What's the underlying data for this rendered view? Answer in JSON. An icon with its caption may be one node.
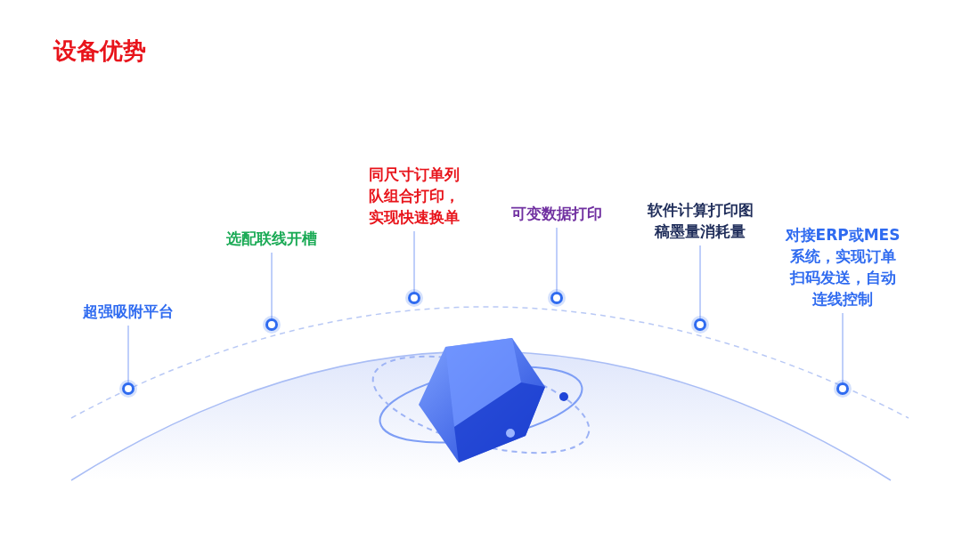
{
  "diagram": {
    "title": "设备优势",
    "nodes": [
      {
        "text": [
          "超强吸附平台"
        ]
      },
      {
        "text": [
          "选配联线开槽"
        ]
      },
      {
        "text": [
          "同尺寸订单列队组合打印，实现快速换单"
        ]
      },
      {
        "text": [
          "可变数据打印"
        ]
      },
      {
        "text": [
          "软件计算打印图稿墨量消耗量"
        ]
      },
      {
        "text": [
          "对接ERP或MES系统，实现订单扫码发送，自动连线控制"
        ]
      },
      {
        "text": [],
        "shape": "circle"
      },
      {
        "text": [],
        "shape": "circle"
      },
      {
        "text": [],
        "shape": "circle"
      },
      {
        "text": [],
        "shape": "circle"
      },
      {
        "text": [],
        "shape": "circle"
      },
      {
        "text": [],
        "shape": "circle"
      }
    ],
    "edges": [
      {
        "from": 0,
        "to": 6,
        "arrow": "none"
      },
      {
        "from": 1,
        "to": 7,
        "arrow": "none"
      },
      {
        "from": 2,
        "to": 8,
        "arrow": "none"
      },
      {
        "from": 3,
        "to": 9,
        "arrow": "none"
      },
      {
        "from": 4,
        "to": 10,
        "arrow": "none"
      },
      {
        "from": 5,
        "to": 11,
        "arrow": "none"
      }
    ]
  }
}
